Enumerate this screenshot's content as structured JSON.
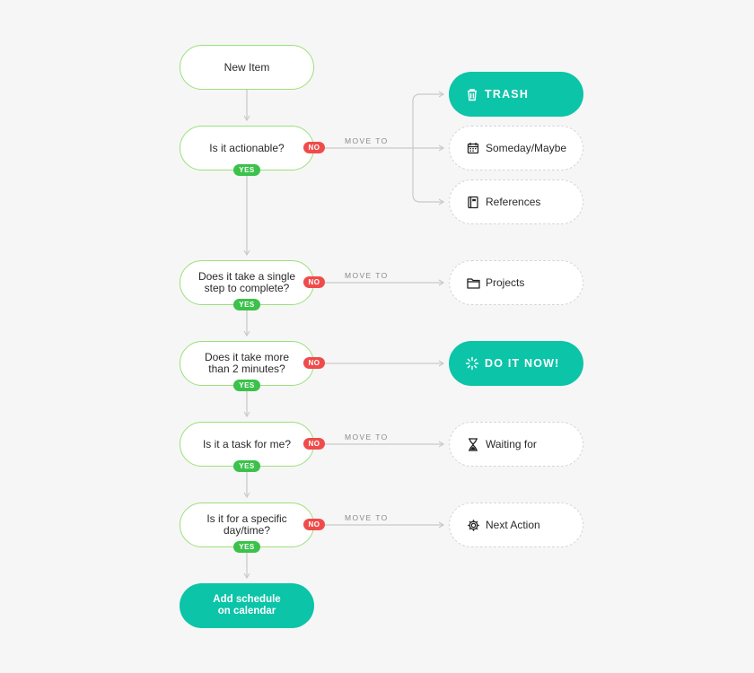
{
  "colors": {
    "accent": "#0cc4a8",
    "question_border": "#9be07a",
    "yes": "#3cc14b",
    "no": "#f04b4b",
    "line": "#c9c9c9"
  },
  "start": {
    "label": "New Item"
  },
  "questions": [
    {
      "label": "Is it actionable?",
      "yes": "YES",
      "no": "NO"
    },
    {
      "label": "Does it take a single step to complete?",
      "yes": "YES",
      "no": "NO"
    },
    {
      "label": "Does it take more than 2 minutes?",
      "yes": "YES",
      "no": "NO"
    },
    {
      "label": "Is it a task for me?",
      "yes": "YES",
      "no": "NO"
    },
    {
      "label": "Is it for a specific day/time?",
      "yes": "YES",
      "no": "NO"
    }
  ],
  "move_to_label": "MOVE TO",
  "destinations": {
    "trash": {
      "label": "TRASH",
      "icon": "trash-icon"
    },
    "someday": {
      "label": "Someday/Maybe",
      "icon": "calendar-icon"
    },
    "references": {
      "label": "References",
      "icon": "notebook-icon"
    },
    "projects": {
      "label": "Projects",
      "icon": "folder-icon"
    },
    "do_it_now": {
      "label": "DO IT NOW!",
      "icon": "spark-icon"
    },
    "waiting": {
      "label": "Waiting for",
      "icon": "hourglass-icon"
    },
    "next_action": {
      "label": "Next Action",
      "icon": "gear-icon"
    }
  },
  "end": {
    "label": "Add schedule on calendar"
  }
}
